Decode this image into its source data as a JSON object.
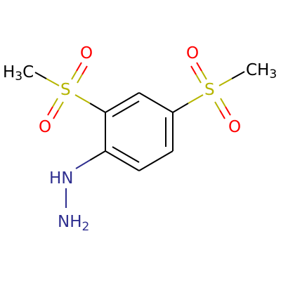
{
  "molecule": {
    "atoms": {
      "methyl_left": {
        "main": "H",
        "sub": "3",
        "tail": "C"
      },
      "sulfur_left": "S",
      "oxygen_left_top": "O",
      "oxygen_left_bottom": "O",
      "sulfur_right": "S",
      "oxygen_right_top": "O",
      "oxygen_right_bottom": "O",
      "methyl_right": {
        "main": "CH",
        "sub": "3"
      },
      "amine_nh": "HN",
      "amine_nh2": {
        "main": "NH",
        "sub": "2"
      }
    },
    "colors": {
      "bond": "#000000",
      "sulfur": "#b5b500",
      "oxygen": "#ff0000",
      "nitrogen": "#2e2e8f",
      "carbon": "#000000"
    }
  }
}
